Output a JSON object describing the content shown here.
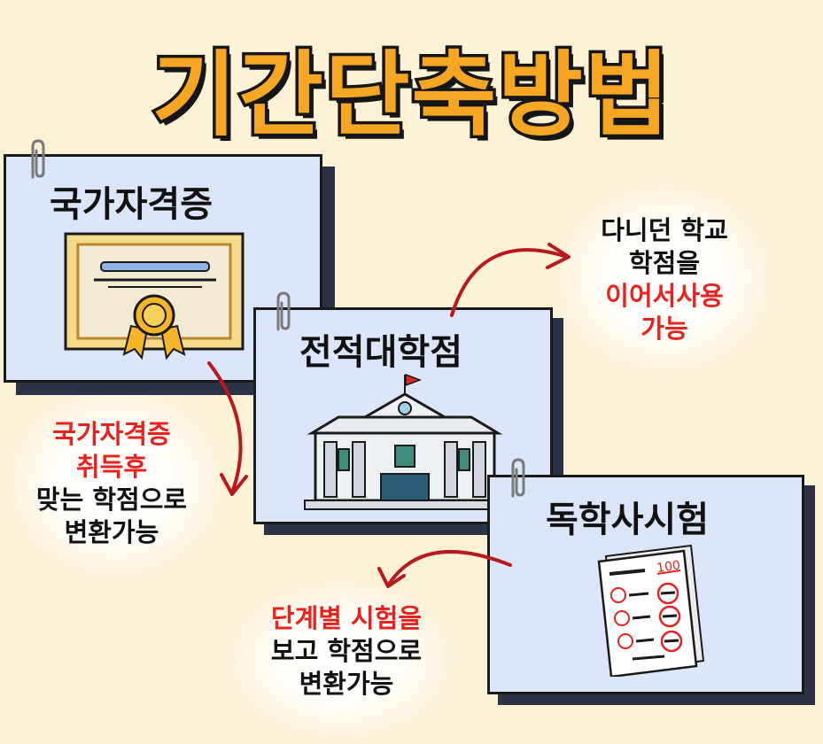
{
  "title": "기간단축방법",
  "cards": {
    "certificate": {
      "label": "국가자격증"
    },
    "transfer": {
      "label": "전적대학점"
    },
    "exam": {
      "label": "독학사시험"
    }
  },
  "notes": {
    "certificate": {
      "line1": "국가자격증",
      "line2": "취득후",
      "line3": "맞는 학점으로",
      "line4": "변환가능"
    },
    "transfer": {
      "line1": "다니던 학교",
      "line2": "학점을",
      "line3": "이어서사용",
      "line4": "가능"
    },
    "exam": {
      "line1": "단계별 시험을",
      "line2": "보고 학점으로",
      "line3": "변환가능"
    }
  },
  "colors": {
    "title": "#f5a623",
    "card": "#dbe6fb",
    "highlight": "#e6231e",
    "arrow": "#b8191d"
  }
}
